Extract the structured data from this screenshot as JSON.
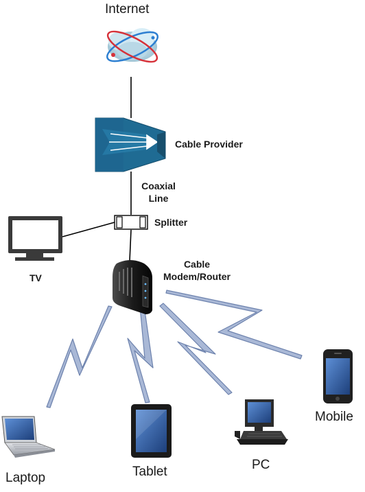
{
  "nodes": {
    "internet": {
      "label": "Internet",
      "icon": "cloud-globe-icon"
    },
    "cable_provider": {
      "label": "Cable Provider",
      "icon": "cable-provider-icon"
    },
    "coaxial_line": {
      "label_line1": "Coaxial",
      "label_line2": "Line"
    },
    "splitter": {
      "label": "Splitter",
      "icon": "splitter-icon"
    },
    "tv": {
      "label": "TV",
      "icon": "tv-icon"
    },
    "modem": {
      "label_line1": "Cable",
      "label_line2": "Modem/Router",
      "icon": "cable-modem-icon"
    },
    "laptop": {
      "label": "Laptop",
      "icon": "laptop-icon"
    },
    "tablet": {
      "label": "Tablet",
      "icon": "tablet-icon"
    },
    "pc": {
      "label": "PC",
      "icon": "desktop-pc-icon"
    },
    "mobile": {
      "label": "Mobile",
      "icon": "mobile-phone-icon"
    }
  },
  "connections": [
    {
      "from": "Internet",
      "to": "Cable Provider",
      "kind": "wired"
    },
    {
      "from": "Cable Provider",
      "to": "Splitter",
      "kind": "coaxial"
    },
    {
      "from": "Splitter",
      "to": "TV",
      "kind": "wired"
    },
    {
      "from": "Splitter",
      "to": "Cable Modem/Router",
      "kind": "wired"
    },
    {
      "from": "Cable Modem/Router",
      "to": "Laptop",
      "kind": "wireless"
    },
    {
      "from": "Cable Modem/Router",
      "to": "Tablet",
      "kind": "wireless"
    },
    {
      "from": "Cable Modem/Router",
      "to": "PC",
      "kind": "wireless"
    },
    {
      "from": "Cable Modem/Router",
      "to": "Mobile",
      "kind": "wireless"
    }
  ],
  "colors": {
    "provider_blue": "#1f6b93",
    "wireless_bolt": "#a9b8d6",
    "wireless_edge": "#6d82ad",
    "line": "#000000",
    "screen_blue": "#3f6fb0"
  }
}
